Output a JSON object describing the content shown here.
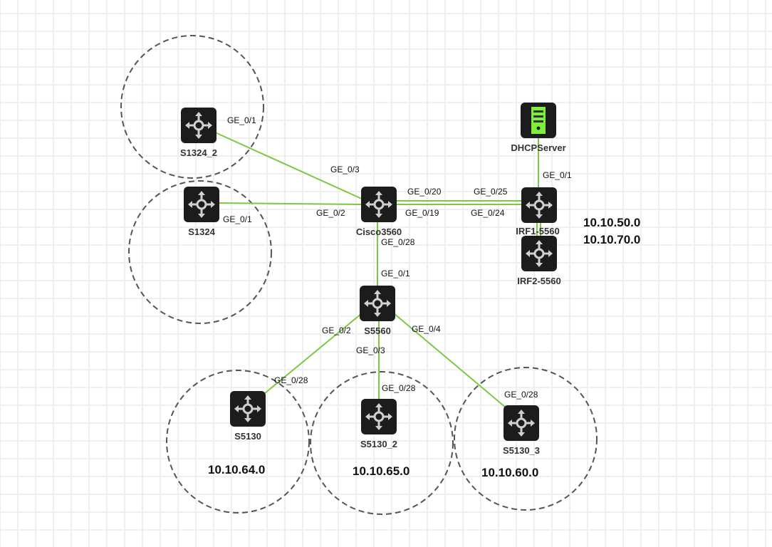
{
  "colors": {
    "link": "#7dc843",
    "device": "#1c1c1c",
    "server_accent": "#7ef03a",
    "grid": "#efefef",
    "zone_border": "#555555"
  },
  "devices": [
    {
      "name": "S1324_2",
      "icon": "switch-icon"
    },
    {
      "name": "S1324",
      "icon": "switch-icon"
    },
    {
      "name": "Cisco3560",
      "icon": "switch-icon"
    },
    {
      "name": "DHCPServer",
      "icon": "server-icon"
    },
    {
      "name": "IRF1-5560",
      "icon": "switch-icon"
    },
    {
      "name": "IRF2-5560",
      "icon": "switch-icon"
    },
    {
      "name": "S5560",
      "icon": "switch-icon"
    },
    {
      "name": "S5130",
      "icon": "switch-icon"
    },
    {
      "name": "S5130_2",
      "icon": "switch-icon"
    },
    {
      "name": "S5130_3",
      "icon": "switch-icon"
    }
  ],
  "ports": [
    "GE_0/1",
    "GE_0/3",
    "GE_0/1",
    "GE_0/2",
    "GE_0/20",
    "GE_0/19",
    "GE_0/25",
    "GE_0/24",
    "GE_0/1",
    "GE_0/28",
    "GE_0/1",
    "GE_0/2",
    "GE_0/3",
    "GE_0/4",
    "GE_0/28",
    "GE_0/28",
    "GE_0/28"
  ],
  "networks": [
    "10.10.50.0",
    "10.10.70.0",
    "10.10.64.0",
    "10.10.65.0",
    "10.10.60.0"
  ]
}
